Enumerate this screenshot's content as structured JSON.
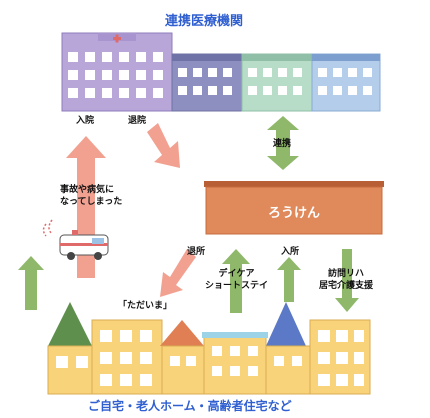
{
  "top_label": "連携医療機関",
  "bottom_label": "ご自宅・老人ホーム・高齢者住宅など",
  "center_label": "ろうけん",
  "labels": {
    "admit_hospital": "入院",
    "discharge_hospital": "退院",
    "cooperation": "連携",
    "accident": "事故や病気に\nなってしまった",
    "discharge_facility": "退所",
    "day_care": "デイケア\nショートステイ",
    "admit_facility": "入所",
    "home_rehab": "訪問リハ\n居宅介護支援",
    "tadaima": "「ただいま」"
  },
  "colors": {
    "hospital_main": "#b8a6d9",
    "hospital_dark": "#8c8fbf",
    "hospital_green": "#b7dcc8",
    "hospital_blue": "#b3cdea",
    "center_box": "#e0895a",
    "arrow_pink": "#f2a191",
    "arrow_green": "#8fb86a",
    "house_yellow": "#f9d37a",
    "title_blue": "#2f5fd0"
  }
}
